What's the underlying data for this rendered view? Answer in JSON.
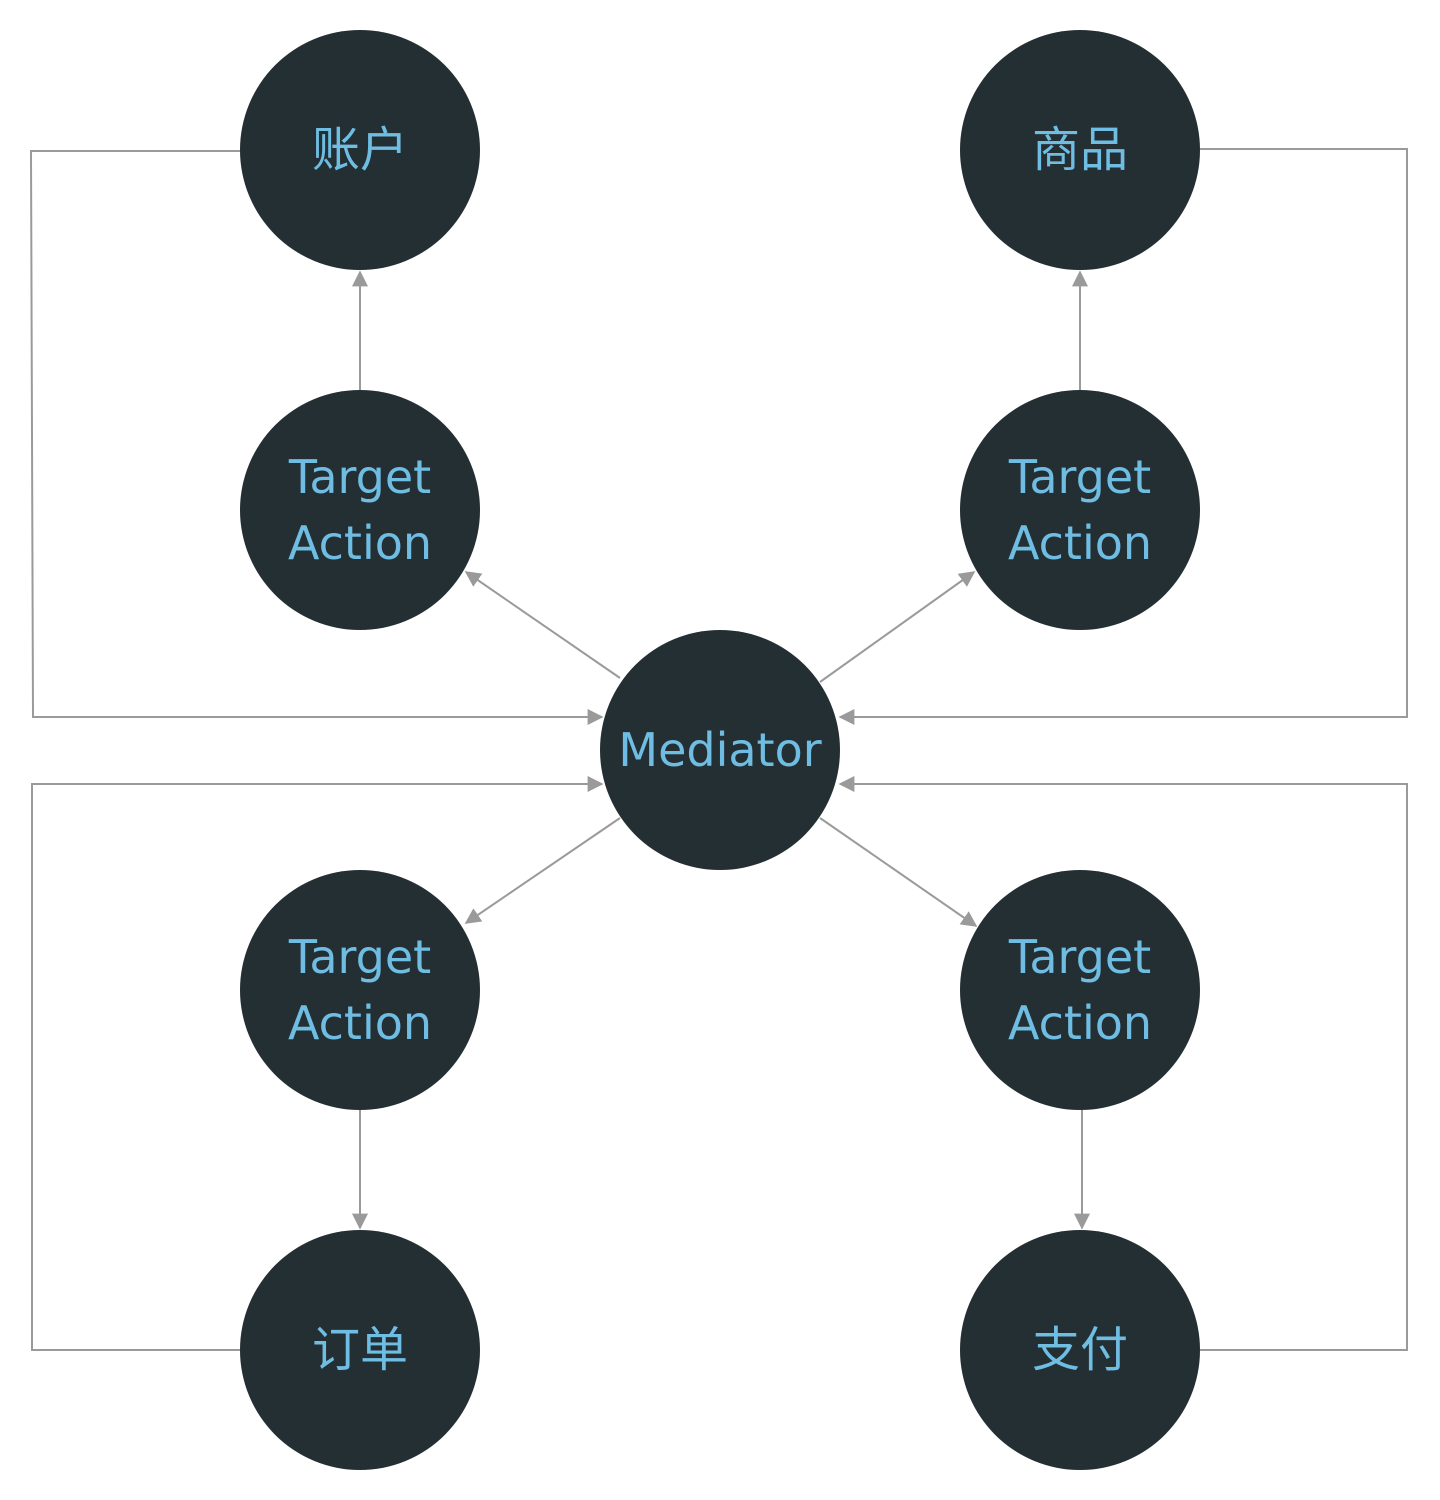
{
  "diagram": {
    "mediator": {
      "label": "Mediator"
    },
    "modules": [
      {
        "id": "account",
        "label": "账户"
      },
      {
        "id": "goods",
        "label": "商品"
      },
      {
        "id": "order",
        "label": "订单"
      },
      {
        "id": "payment",
        "label": "支付"
      }
    ],
    "target_actions": [
      {
        "id": "ta-account",
        "line1": "Target",
        "line2": "Action"
      },
      {
        "id": "ta-goods",
        "line1": "Target",
        "line2": "Action"
      },
      {
        "id": "ta-order",
        "line1": "Target",
        "line2": "Action"
      },
      {
        "id": "ta-payment",
        "line1": "Target",
        "line2": "Action"
      }
    ],
    "colors": {
      "node_fill": "#242f34",
      "node_text": "#6fbde2",
      "connector": "#9a9a9a",
      "background": "#ffffff"
    }
  }
}
